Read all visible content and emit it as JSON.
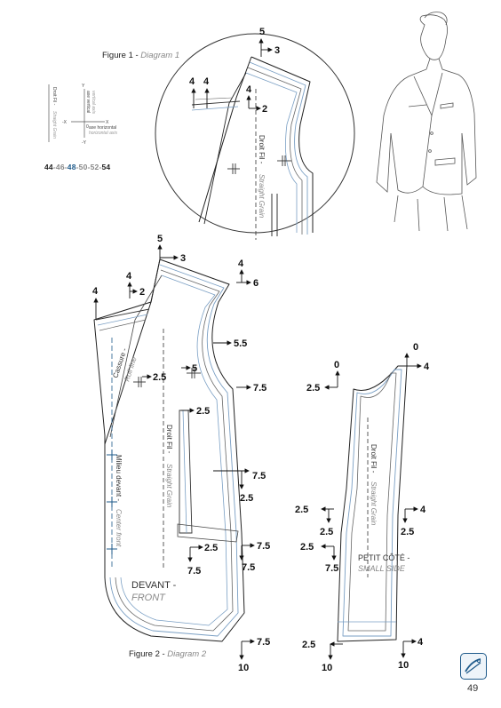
{
  "figure1": {
    "label": "Figure 1 - ",
    "sub": "Diagram 1"
  },
  "figure2": {
    "label": "Figure 2 - ",
    "sub": "Diagram 2"
  },
  "sizes": {
    "s1": "44",
    "s2": "46",
    "s3": "48",
    "s4": "50",
    "s5": "52",
    "s6": "54",
    "sep": "-"
  },
  "axes": {
    "grain_fr": "Droit Fil -",
    "grain_en": "Straight Grain",
    "vertical_fr": "axe vertical",
    "vertical_en": "vertical axis",
    "horizontal_fr": "axe horizontal",
    "horizontal_en": "horizontal axis",
    "minus_x": "-X",
    "plus_x": "X",
    "plus_y": "Y",
    "minus_y": "-Y",
    "origin": "0"
  },
  "labels": {
    "grain_fr": "Droit Fil -",
    "grain_en": "Straight Grain",
    "roll_fr": "Cassure -",
    "roll_en": "Roll line",
    "center_fr": "Milieu devant -",
    "center_en": "Center front",
    "front_fr": "DEVANT -",
    "front_en": "FRONT",
    "side_fr": "PETIT CÔTÉ -",
    "side_en": "SMALL SIDE"
  },
  "values": {
    "c5": "5",
    "c3": "3",
    "c4a": "4",
    "c4b": "4",
    "c4c": "4",
    "c2": "2",
    "f5": "5",
    "f3": "3",
    "f4a": "4",
    "f4b": "4",
    "f2": "2",
    "f4c": "4",
    "f6": "6",
    "f55": "5.5",
    "f25a": "2.5",
    "f5b": "5",
    "f75a": "7.5",
    "f25b": "2.5",
    "f75b": "7.5",
    "f25c": "2.5",
    "f25d": "2.5",
    "f75c": "7.5",
    "f75d": "7.5",
    "f75e": "7.5",
    "f75f": "7.5",
    "f10": "10",
    "s0a": "0",
    "s4a": "4",
    "s0b": "0",
    "s25a": "2.5",
    "s25b": "2.5",
    "s25c": "2.5",
    "s4b": "4",
    "s25d": "2.5",
    "s25e": "2.5",
    "s75": "7.5",
    "s25f": "2.5",
    "s4c": "4",
    "s10a": "10",
    "s10b": "10"
  },
  "page_number": "49",
  "colors": {
    "accent": "#1e5a8a",
    "line": "#222222",
    "blue_line": "#7a9fc4"
  }
}
